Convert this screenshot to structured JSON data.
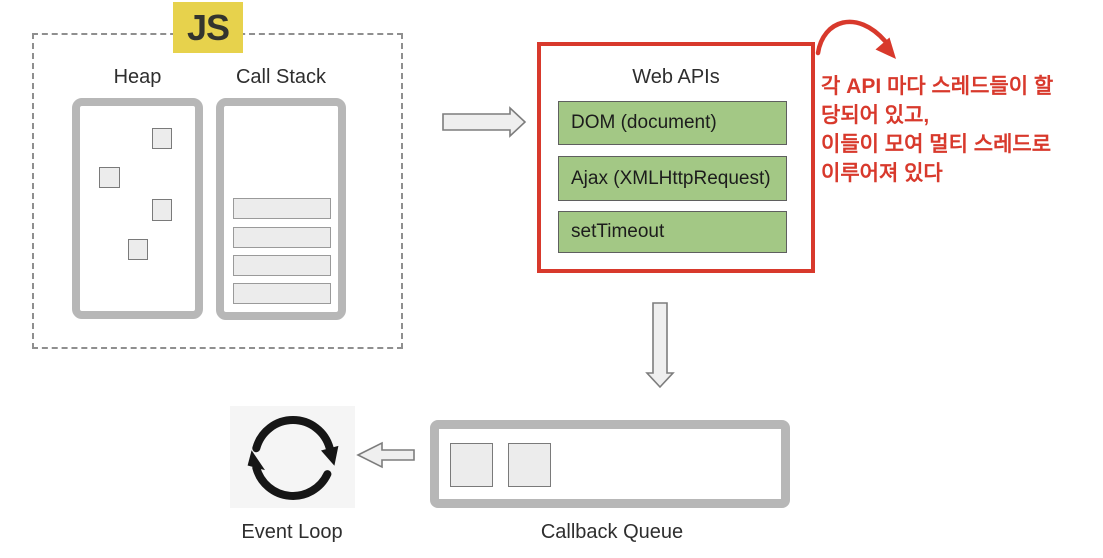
{
  "colors": {
    "accent_red": "#d8392c",
    "api_green_fill": "#a3c885",
    "js_badge_yellow": "#e7d24c",
    "container_gray": "#b7b7b7"
  },
  "js_badge": {
    "label": "JS"
  },
  "runtime": {
    "heap_label": "Heap",
    "call_stack_label": "Call Stack"
  },
  "web_apis": {
    "title": "Web APIs",
    "items": [
      {
        "label": "DOM (document)"
      },
      {
        "label": "Ajax (XMLHttpRequest)"
      },
      {
        "label": "setTimeout"
      }
    ]
  },
  "annotation": {
    "lines": [
      "각 API 마다 스레드들이 할",
      "당되어 있고,",
      "이들이 모여 멀티 스레드로",
      "이루어져 있다"
    ]
  },
  "event_loop": {
    "label": "Event Loop"
  },
  "callback_queue": {
    "label": "Callback Queue"
  }
}
